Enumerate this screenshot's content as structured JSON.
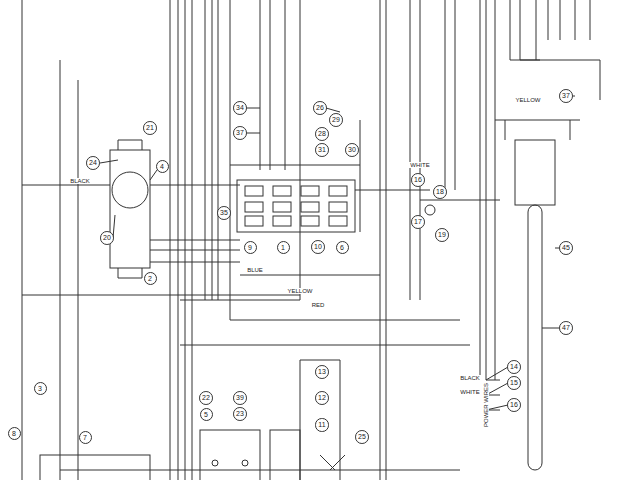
{
  "diagram": {
    "labels": [
      "24",
      "21",
      "4",
      "20",
      "2",
      "34",
      "37",
      "26",
      "29",
      "28",
      "31",
      "30",
      "35",
      "9",
      "1",
      "10",
      "6",
      "16",
      "18",
      "17",
      "19",
      "37",
      "45",
      "47",
      "14",
      "15",
      "16",
      "13",
      "12",
      "11",
      "22",
      "39",
      "5",
      "23",
      "3",
      "8",
      "7",
      "25",
      "BLACK",
      "BLUE",
      "YELLOW",
      "RED",
      "WHITE",
      "BLACK",
      "WHITE",
      "YELLOW",
      "POWER WIRES"
    ]
  }
}
